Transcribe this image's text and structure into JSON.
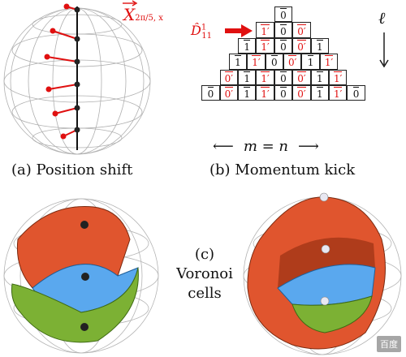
{
  "panel_a": {
    "label": "X",
    "subscript": "2π/5, x",
    "caption": "(a) Position shift"
  },
  "panel_b": {
    "operator_base": "D̂",
    "operator_sup": "1",
    "operator_sub": "11",
    "axis_ell": "ℓ",
    "axis_m": "m = n",
    "arrow_left": "⟵",
    "arrow_right": "⟶",
    "caption": "(b) Momentum kick",
    "cell_values": {
      "zero": "0",
      "zero_prime": "0′",
      "one": "1",
      "one_prime": "1′"
    },
    "grid": [
      [
        {
          "t": "zero",
          "c": "b"
        }
      ],
      [
        {
          "t": "one_prime",
          "c": "r"
        },
        {
          "t": "zero",
          "c": "b"
        },
        {
          "t": "zero_prime",
          "c": "r"
        }
      ],
      [
        {
          "t": "one",
          "c": "b"
        },
        {
          "t": "one_prime",
          "c": "r"
        },
        {
          "t": "zero",
          "c": "b"
        },
        {
          "t": "zero_prime",
          "c": "r"
        },
        {
          "t": "one",
          "c": "b"
        }
      ],
      [
        {
          "t": "one",
          "c": "b"
        },
        {
          "t": "one_prime",
          "c": "r"
        },
        {
          "t": "zero",
          "c": "b"
        },
        {
          "t": "zero_prime",
          "c": "r"
        },
        {
          "t": "one",
          "c": "b"
        },
        {
          "t": "one_prime",
          "c": "r"
        }
      ],
      [
        {
          "t": "zero_prime",
          "c": "r"
        },
        {
          "t": "one",
          "c": "b"
        },
        {
          "t": "one_prime",
          "c": "r"
        },
        {
          "t": "zero",
          "c": "b"
        },
        {
          "t": "zero_prime",
          "c": "r"
        },
        {
          "t": "one",
          "c": "b"
        },
        {
          "t": "one_prime",
          "c": "r"
        }
      ],
      [
        {
          "t": "zero",
          "c": "b"
        },
        {
          "t": "zero_prime",
          "c": "r"
        },
        {
          "t": "one",
          "c": "b"
        },
        {
          "t": "one_prime",
          "c": "r"
        },
        {
          "t": "zero",
          "c": "b"
        },
        {
          "t": "zero_prime",
          "c": "r"
        },
        {
          "t": "one",
          "c": "b"
        },
        {
          "t": "one_prime",
          "c": "r"
        },
        {
          "t": "zero",
          "c": "b"
        }
      ]
    ]
  },
  "panel_c": {
    "label": "(c)",
    "line1": "Voronoi",
    "line2": "cells"
  },
  "watermark": "百度",
  "colors": {
    "accent_red": "#e01010",
    "cell_red": "#e0552e",
    "cell_blue": "#5aa8ee",
    "cell_green": "#7cb134",
    "wire": "#aaaaaa"
  }
}
